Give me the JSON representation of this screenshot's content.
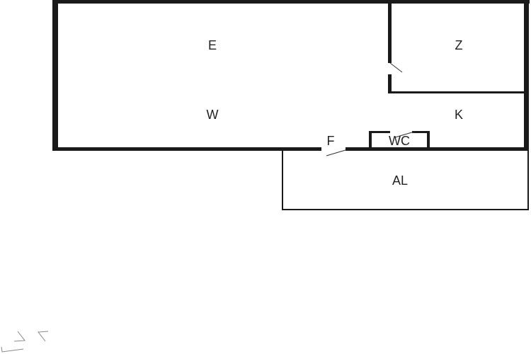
{
  "floorplan": {
    "rooms": {
      "e": "E",
      "z": "Z",
      "w": "W",
      "k": "K",
      "f": "F",
      "wc": "WC",
      "al": "AL"
    },
    "colors": {
      "wall": "#1a1a1a",
      "background": "#ffffff"
    }
  }
}
